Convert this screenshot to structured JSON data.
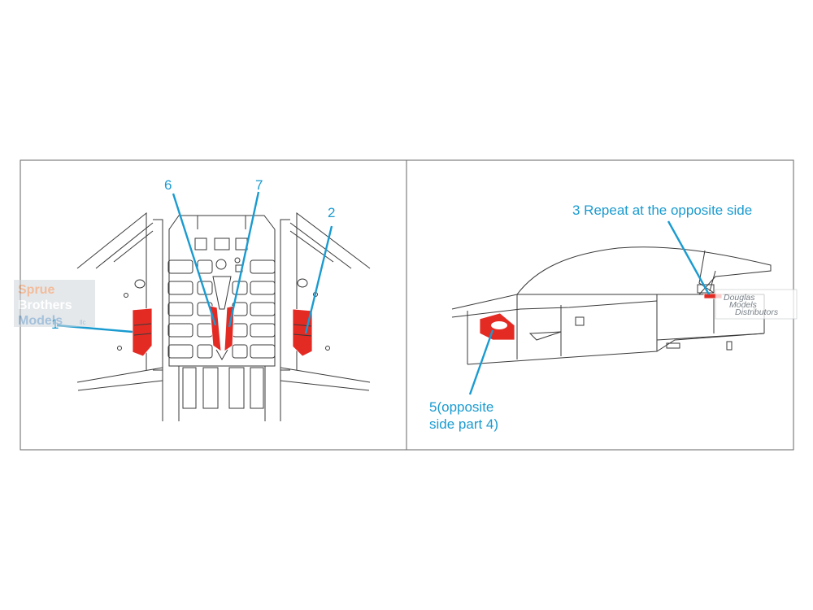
{
  "callouts": {
    "c1": "1",
    "c2": "2",
    "c6": "6",
    "c7": "7",
    "c3": "3 Repeat at the opposite side",
    "c5_line1": "5(opposite",
    "c5_line2": "side part 4)"
  },
  "watermarks": {
    "left": {
      "line1": "Sprue",
      "line2": "Brothers",
      "line3": "Models",
      "suffix": "llc"
    },
    "right": {
      "line1": "Douglas",
      "line2": "Models",
      "line3": "Distributors"
    }
  },
  "colors": {
    "callout": "#1a9bd0",
    "mask": "#e32b24",
    "outline": "#3a3a3a",
    "frame": "#666666"
  },
  "icons": [
    "leader-line",
    "mask-part",
    "watermark-logo"
  ]
}
